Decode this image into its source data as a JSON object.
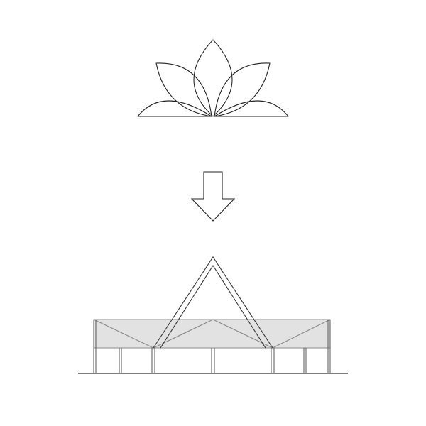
{
  "diagram": {
    "kind": "concept-sketch",
    "stages": [
      "lotus-flower",
      "arrow-down",
      "pavilion-elevation"
    ]
  },
  "colors": {
    "background": "#ffffff",
    "line": "#222222",
    "roof_fill": "#e2e2e2",
    "roof_stroke": "#8a8a8a",
    "frame_stroke": "#555555"
  }
}
